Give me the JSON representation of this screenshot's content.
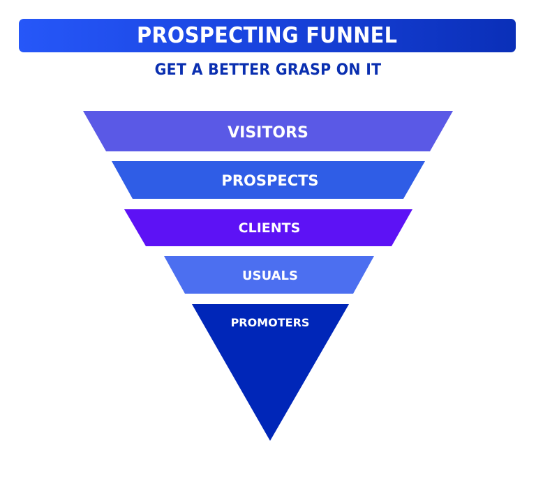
{
  "header": {
    "title": "PROSPECTING FUNNEL",
    "subtitle": "GET A BETTER GRASP ON IT",
    "gradient": [
      "#2657f8",
      "#0a2fb8"
    ]
  },
  "funnel": {
    "stages": [
      {
        "label": "VISITORS",
        "color": "#5a59e6"
      },
      {
        "label": "PROSPECTS",
        "color": "#2f5de6"
      },
      {
        "label": "CLIENTS",
        "color": "#5d12f5"
      },
      {
        "label": "USUALS",
        "color": "#4c6ff0"
      },
      {
        "label": "PROMOTERS",
        "color": "#0026b8"
      }
    ]
  }
}
